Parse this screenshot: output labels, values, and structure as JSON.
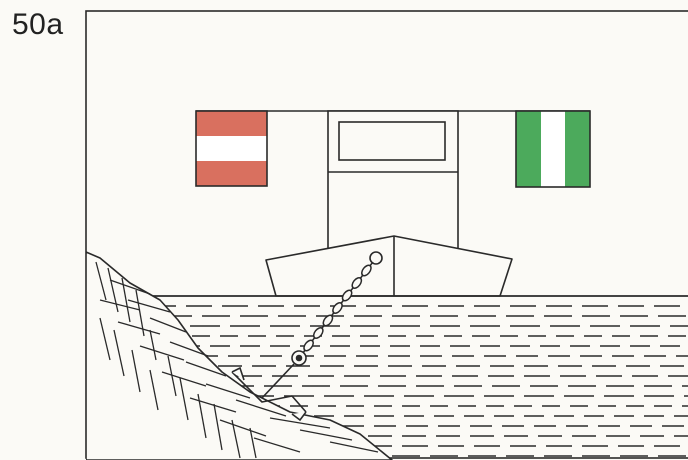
{
  "figure": {
    "label": "50a"
  },
  "signboards": {
    "left": {
      "colors": [
        "#d9705f",
        "#ffffff",
        "#d9705f"
      ],
      "pattern": "horizontal-stripes"
    },
    "right": {
      "colors": [
        "#4caa5c",
        "#ffffff",
        "#4caa5c"
      ],
      "pattern": "vertical-stripes"
    }
  },
  "colors": {
    "ink": "#2a2a2a",
    "paper": "#fbfaf6",
    "red": "#d9705f",
    "green": "#4caa5c"
  },
  "icons": [
    "boat-icon",
    "anchor-icon",
    "anchor-chain-icon",
    "riverbank-icon",
    "water-icon"
  ]
}
